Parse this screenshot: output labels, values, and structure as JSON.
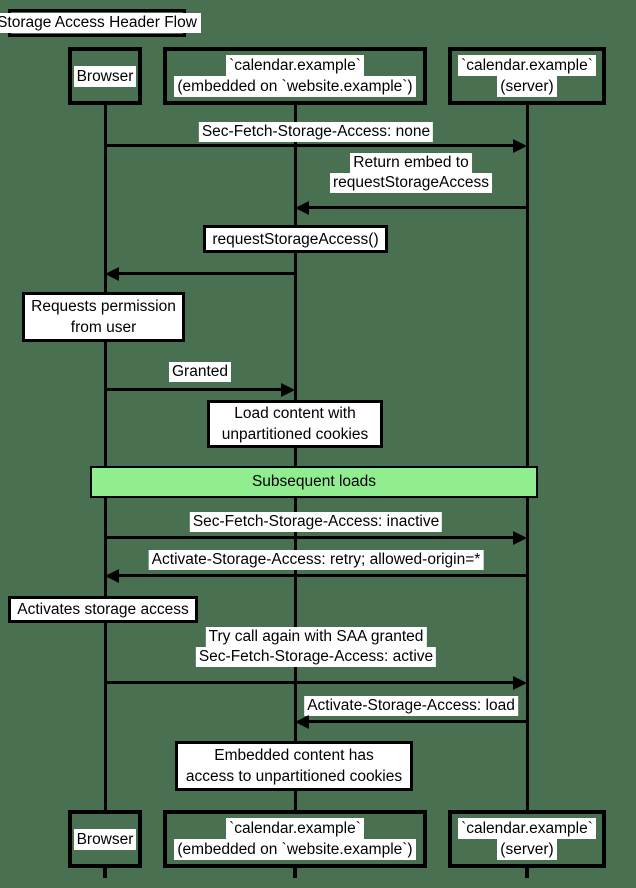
{
  "title": "Storage Access Header Flow",
  "colors": {
    "background": "#4a7052",
    "line": "#000000",
    "box_fill": "#ffffff",
    "text": "#000000",
    "divider_fill": "#90EE90"
  },
  "actors": [
    {
      "id": "browser",
      "lines": [
        "Browser"
      ]
    },
    {
      "id": "embed",
      "lines": [
        "`calendar.example`",
        "(embedded on `website.example`)"
      ]
    },
    {
      "id": "server",
      "lines": [
        "`calendar.example`",
        "(server)"
      ]
    }
  ],
  "messages": [
    {
      "from": "browser",
      "to": "server",
      "direction": "right",
      "label_lines": [
        "Sec-Fetch-Storage-Access: none"
      ]
    },
    {
      "from": "server",
      "to": "embed",
      "direction": "left",
      "label_lines": [
        "Return embed to",
        "requestStorageAccess"
      ]
    },
    {
      "from": "embed",
      "to": "browser",
      "direction": "left",
      "label_lines": []
    },
    {
      "from": "browser",
      "to": "embed",
      "direction": "right",
      "label_lines": [
        "Granted"
      ]
    },
    {
      "from": "browser",
      "to": "server",
      "direction": "right",
      "label_lines": [
        "Sec-Fetch-Storage-Access: inactive"
      ]
    },
    {
      "from": "server",
      "to": "browser",
      "direction": "left",
      "label_lines": [
        "Activate-Storage-Access: retry; allowed-origin=*"
      ]
    },
    {
      "from": "browser",
      "to": "server",
      "direction": "right",
      "label_lines": [
        "Try call again with SAA granted",
        "Sec-Fetch-Storage-Access: active"
      ]
    },
    {
      "from": "server",
      "to": "embed",
      "direction": "left",
      "label_lines": [
        "Activate-Storage-Access: load"
      ]
    }
  ],
  "notes": [
    {
      "over": "embed",
      "lines": [
        "requestStorageAccess()"
      ]
    },
    {
      "over": "browser",
      "lines": [
        "Requests permission",
        "from user"
      ]
    },
    {
      "over": "embed",
      "lines": [
        "Load content with",
        "unpartitioned cookies"
      ]
    },
    {
      "over": "browser",
      "lines": [
        "Activates storage access"
      ]
    },
    {
      "over": "embed",
      "lines": [
        "Embedded content has",
        "access to unpartitioned cookies"
      ]
    }
  ],
  "divider": {
    "label": "Subsequent loads"
  }
}
